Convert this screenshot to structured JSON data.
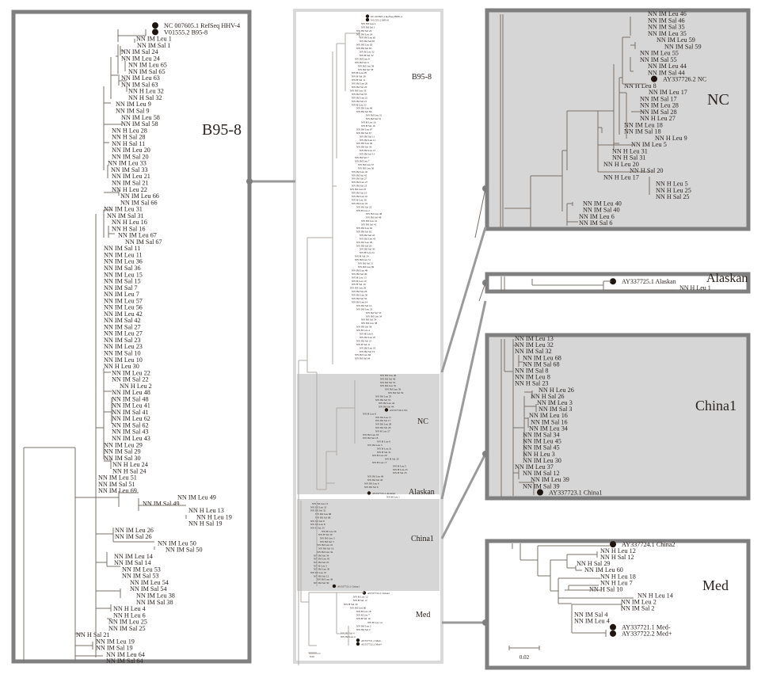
{
  "figure": {
    "type": "phylogenetic-tree",
    "scale_bar_label": "0.02",
    "clades": [
      {
        "id": "b95-8",
        "name": "B95-8"
      },
      {
        "id": "nc",
        "name": "NC"
      },
      {
        "id": "alaskan",
        "name": "Alaskan"
      },
      {
        "id": "china1",
        "name": "China1"
      },
      {
        "id": "med",
        "name": "Med"
      }
    ],
    "references": [
      "NC 007605.1 RefSeq HHV-4",
      "V01555.2 B95-8",
      "AY337726.2 NC",
      "AY337725.1 Alaskan",
      "AY337723.1 China1",
      "AY337724.1 China2",
      "AY337721.1 Med-",
      "AY337722.2 Med+"
    ]
  },
  "panels": {
    "b95_8": {
      "title": "B95-8",
      "leaves": [
        {
          "label": "NC 007605.1 RefSeq HHV-4",
          "ref": true
        },
        {
          "label": "V01555.2 B95-8",
          "ref": true
        },
        {
          "label": "NN IM Leu 1"
        },
        {
          "label": "NN IM Sal 1"
        },
        {
          "label": "NN IM Sal 24"
        },
        {
          "label": "NN IM Leu 24"
        },
        {
          "label": "NN IM Leu 65"
        },
        {
          "label": "NN IM Sal 65"
        },
        {
          "label": "NN IM Leu 63"
        },
        {
          "label": "NN IM Sal 63"
        },
        {
          "label": "NN H Leu 32"
        },
        {
          "label": "NN H Sal 32"
        },
        {
          "label": "NN IM Leu 9"
        },
        {
          "label": "NN IM Sal 9"
        },
        {
          "label": "NN IM Leu 58"
        },
        {
          "label": "NN IM Sal 58"
        },
        {
          "label": "NN H Leu 28"
        },
        {
          "label": "NN H Sal 28"
        },
        {
          "label": "NN H Sal 11"
        },
        {
          "label": "NN IM Leu 20"
        },
        {
          "label": "NN IM Sal 20"
        },
        {
          "label": "NN IM Leu 33"
        },
        {
          "label": "NN IM Sal 33"
        },
        {
          "label": "NN IM Leu 21"
        },
        {
          "label": "NN IM Sal 21"
        },
        {
          "label": "NN H Leu 22"
        },
        {
          "label": "NN IM Leu 66"
        },
        {
          "label": "NN IM Sal 66"
        },
        {
          "label": "NN IM Leu 31"
        },
        {
          "label": "NN IM Sal 31"
        },
        {
          "label": "NN H Leu 16"
        },
        {
          "label": "NN H Sal 16"
        },
        {
          "label": "NN IM Leu 67"
        },
        {
          "label": "NN IM Sal 67"
        },
        {
          "label": "NN IM Sal 11"
        },
        {
          "label": "NN IM Leu 11"
        },
        {
          "label": "NN IM Leu 36"
        },
        {
          "label": "NN IM Sal 36"
        },
        {
          "label": "NN IM Leu 15"
        },
        {
          "label": "NN IM Sal 15"
        },
        {
          "label": "NN IM Sal 7"
        },
        {
          "label": "NN IM Leu 7"
        },
        {
          "label": "NN IM Leu 57"
        },
        {
          "label": "NN IM Leu 56"
        },
        {
          "label": "NN IM Leu 42"
        },
        {
          "label": "NN IM Sal 42"
        },
        {
          "label": "NN IM Sal 27"
        },
        {
          "label": "NN IM Leu 27"
        },
        {
          "label": "NN IM Sal 23"
        },
        {
          "label": "NN IM Leu 23"
        },
        {
          "label": "NN IM Sal 10"
        },
        {
          "label": "NN IM Leu 10"
        },
        {
          "label": "NN H Leu 30"
        },
        {
          "label": "NN IM Leu 22"
        },
        {
          "label": "NN IM Sal 22"
        },
        {
          "label": "NN H Leu 2"
        },
        {
          "label": "NN IM Leu 48"
        },
        {
          "label": "NN IM Sal 48"
        },
        {
          "label": "NN IM Leu 41"
        },
        {
          "label": "NN IM Sal 41"
        },
        {
          "label": "NN IM Leu 62"
        },
        {
          "label": "NN IM Sal 62"
        },
        {
          "label": "NN IM Sal 43"
        },
        {
          "label": "NN IM Leu 43"
        },
        {
          "label": "NN IM Leu 29"
        },
        {
          "label": "NN IM Sal 29"
        },
        {
          "label": "NN IM Sal 30"
        },
        {
          "label": "NN H Leu 24"
        },
        {
          "label": "NN H Sal 24"
        },
        {
          "label": "NN IM Leu 51"
        },
        {
          "label": "NN IM Sal 51"
        },
        {
          "label": "NN IM Leu 69"
        },
        {
          "label": "NN IM Leu 49"
        },
        {
          "label": "NN IM Sal 49"
        },
        {
          "label": "NN H Leu 13"
        },
        {
          "label": "NN H Leu 19"
        },
        {
          "label": "NN H Sal 19"
        },
        {
          "label": "NN IM Leu 26"
        },
        {
          "label": "NN IM Sal 26"
        },
        {
          "label": "NN IM Leu 50"
        },
        {
          "label": "NN IM Sal 50"
        },
        {
          "label": "NN IM Leu 14"
        },
        {
          "label": "NN IM Sal 14"
        },
        {
          "label": "NN IM Leu 53"
        },
        {
          "label": "NN IM Sal 53"
        },
        {
          "label": "NN IM Leu 54"
        },
        {
          "label": "NN IM Sal 54"
        },
        {
          "label": "NN IM Leu 38"
        },
        {
          "label": "NN IM Sal 38"
        },
        {
          "label": "NN H Leu 4"
        },
        {
          "label": "NN H Leu 6"
        },
        {
          "label": "NN IM Leu 25"
        },
        {
          "label": "NN IM Sal 25"
        },
        {
          "label": "NN H Sal 21"
        },
        {
          "label": "NN IM Leu 19"
        },
        {
          "label": "NN IM Sal 19"
        },
        {
          "label": "NN IM Leu 64"
        },
        {
          "label": "NN IM Sal 64"
        }
      ]
    },
    "nc": {
      "title": "NC",
      "leaves": [
        {
          "label": "NN IM Leu 46"
        },
        {
          "label": "NN IM Sal 46"
        },
        {
          "label": "NN IM Sal 35"
        },
        {
          "label": "NN IM Leu 35"
        },
        {
          "label": "NN IM Leu 59"
        },
        {
          "label": "NN IM Sal 59"
        },
        {
          "label": "NN IM Leu 55"
        },
        {
          "label": "NN IM Sal 55"
        },
        {
          "label": "NN IM Leu 44"
        },
        {
          "label": "NN IM Sal 44"
        },
        {
          "label": "AY337726.2 NC",
          "ref": true
        },
        {
          "label": "NN H Leu 8"
        },
        {
          "label": "NN IM Leu 17"
        },
        {
          "label": "NN IM Sal 17"
        },
        {
          "label": "NN IM Leu 28"
        },
        {
          "label": "NN IM Sal 28"
        },
        {
          "label": "NN H Leu 27"
        },
        {
          "label": "NN IM Leu 18"
        },
        {
          "label": "NN IM Sal 18"
        },
        {
          "label": "NN H Leu 9"
        },
        {
          "label": "NN IM Leu 5"
        },
        {
          "label": "NN H Leu 31"
        },
        {
          "label": "NN H Sal 31"
        },
        {
          "label": "NN H Leu 20"
        },
        {
          "label": "NN H Sal 20"
        },
        {
          "label": "NN H Leu 17"
        },
        {
          "label": "NN H Leu 5"
        },
        {
          "label": "NN H Leu 25"
        },
        {
          "label": "NN H Sal 25"
        },
        {
          "label": "NN IM Leu 40"
        },
        {
          "label": "NN IM Sal 40"
        },
        {
          "label": "NN IM Leu 6"
        },
        {
          "label": "NN IM Sal 6"
        }
      ]
    },
    "alaskan": {
      "title": "Alaskan",
      "leaves": [
        {
          "label": "AY337725.1 Alaskan",
          "ref": true
        },
        {
          "label": "NN H Leu 1"
        }
      ]
    },
    "china1": {
      "title": "China1",
      "leaves": [
        {
          "label": "NN IM Leu 13"
        },
        {
          "label": "NN IM Leu 32"
        },
        {
          "label": "NN IM Sal 32"
        },
        {
          "label": "NN IM Leu 68"
        },
        {
          "label": "NN IM Sal 68"
        },
        {
          "label": "NN IM Sal 8"
        },
        {
          "label": "NN IM Leu 8"
        },
        {
          "label": "NN H Sal 23"
        },
        {
          "label": "NN H Leu 26"
        },
        {
          "label": "NN H Sal 26"
        },
        {
          "label": "NN IM Leu 3"
        },
        {
          "label": "NN IM Sal 3"
        },
        {
          "label": "NN IM Leu 16"
        },
        {
          "label": "NN IM Sal 16"
        },
        {
          "label": "NN IM Leu 34"
        },
        {
          "label": "NN IM Sal 34"
        },
        {
          "label": "NN IM Leu 45"
        },
        {
          "label": "NN IM Sal 45"
        },
        {
          "label": "NN H Leu 3"
        },
        {
          "label": "NN IM Leu 30"
        },
        {
          "label": "NN IM Leu 37"
        },
        {
          "label": "NN IM Sal 12"
        },
        {
          "label": "NN IM Leu 39"
        },
        {
          "label": "NN IM Sal 39"
        },
        {
          "label": "AY337723.1 China1",
          "ref": true
        }
      ]
    },
    "med": {
      "title": "Med",
      "leaves": [
        {
          "label": "AY337724.1 China2",
          "ref": true
        },
        {
          "label": "NN H Leu 12"
        },
        {
          "label": "NN H Sal 12"
        },
        {
          "label": "NN H Sal 29"
        },
        {
          "label": "NN IM Leu 60"
        },
        {
          "label": "NN H Leu 18"
        },
        {
          "label": "NN H Leu 7"
        },
        {
          "label": "NN H Sal 10"
        },
        {
          "label": "NN H Leu 14"
        },
        {
          "label": "NN IM Leu 2"
        },
        {
          "label": "NN IM Sal 2"
        },
        {
          "label": "NN IM Sal 4"
        },
        {
          "label": "NN IM Leu 4"
        },
        {
          "label": "AY337721.1 Med-",
          "ref": true
        },
        {
          "label": "AY337722.2 Med+",
          "ref": true
        }
      ]
    }
  },
  "overview": {
    "clade_labels": [
      "B95-8",
      "NC",
      "Alaskan",
      "China1",
      "Med"
    ],
    "scale_bar_label": "0.02"
  },
  "colors": {
    "frame": "#7f7f7f",
    "overview_frame": "#d9d9d9",
    "shaded_clade": "#d6d6d6",
    "branch": "#7a7068",
    "text": "#2b2420",
    "reference_dot": "#1f1510"
  }
}
